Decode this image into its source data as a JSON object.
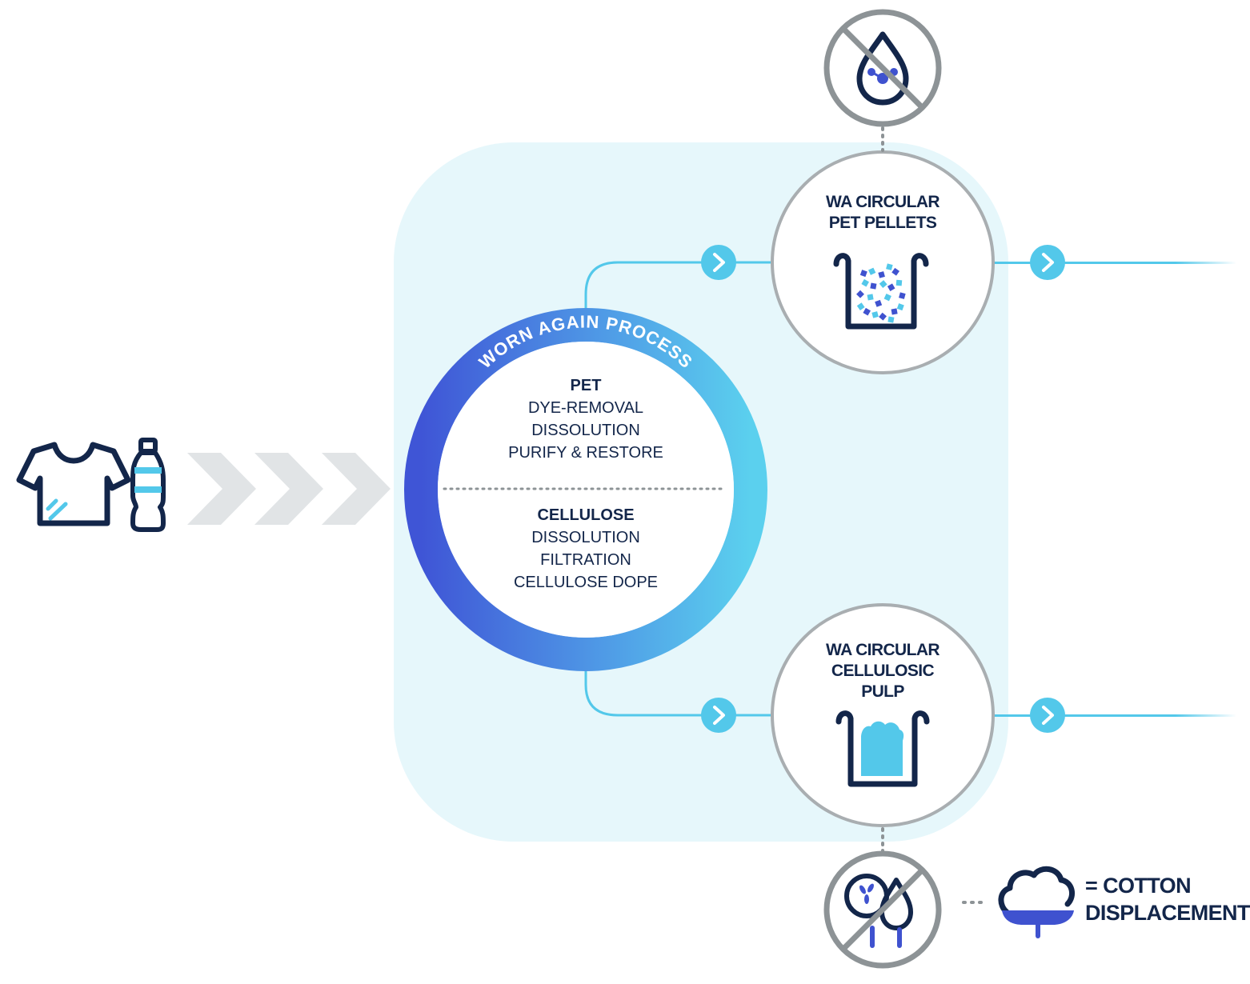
{
  "process": {
    "ring_label": "WORN AGAIN PROCESS",
    "pet": {
      "heading": "PET",
      "steps": [
        "DYE-REMOVAL",
        "DISSOLUTION",
        "PURIFY & RESTORE"
      ]
    },
    "cellulose": {
      "heading": "CELLULOSE",
      "steps": [
        "DISSOLUTION",
        "FILTRATION",
        "CELLULOSE DOPE"
      ]
    }
  },
  "outputs": {
    "pet_pellets": {
      "line1": "WA CIRCULAR",
      "line2": "PET PELLETS"
    },
    "cellulosic_pulp": {
      "line1": "WA CIRCULAR",
      "line2": "CELLULOSIC",
      "line3": "PULP"
    }
  },
  "legend": {
    "line1": "= COTTON",
    "line2": "DISPLACEMENT"
  },
  "colors": {
    "navy": "#13264a",
    "accent": "#53c8ea",
    "ring_start": "#3f55d6",
    "ring_end": "#5bd0ee",
    "panel": "#e6f7fb",
    "grey": "#8d9396",
    "chevron": "#e1e4e6",
    "pellet_dark": "#3f52cf"
  },
  "icons": [
    "tshirt-icon",
    "bottle-icon",
    "no-oil-icon",
    "no-water-crop-icon",
    "cotton-icon",
    "pellets-container-icon",
    "pulp-container-icon"
  ]
}
